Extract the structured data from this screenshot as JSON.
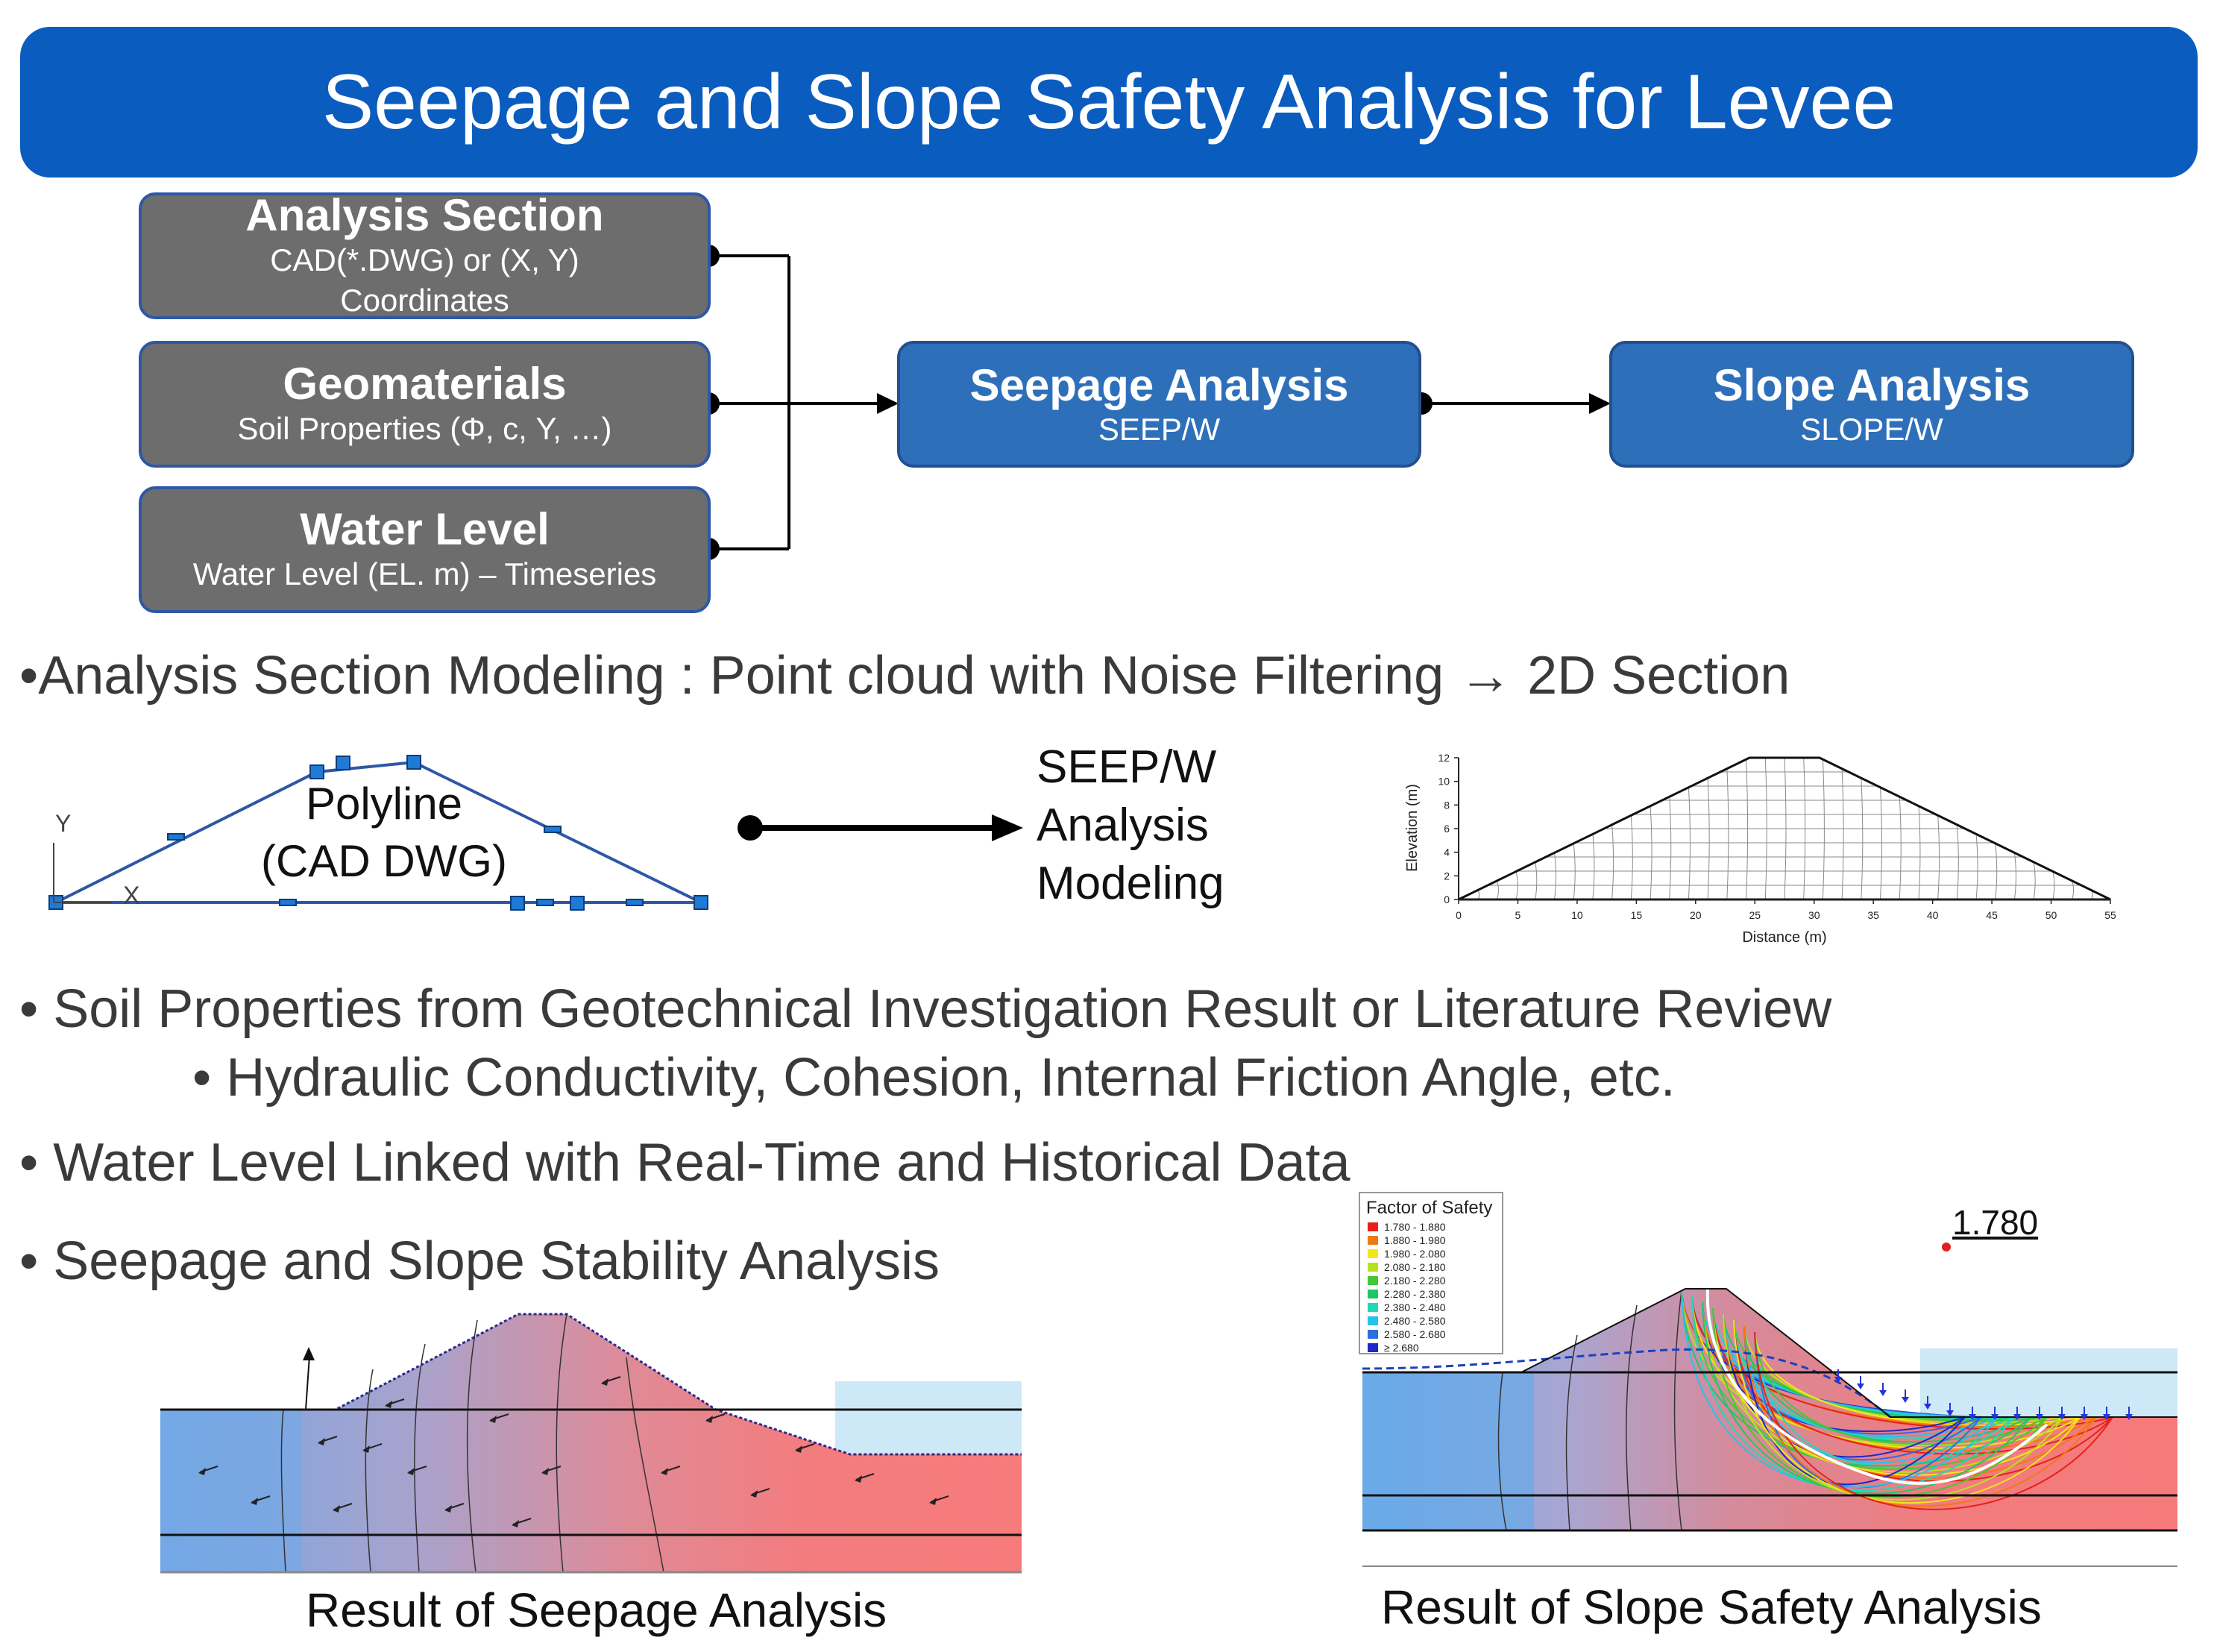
{
  "title": "Seepage and Slope Safety Analysis for Levee",
  "flow": {
    "analysis_section": {
      "title": "Analysis Section",
      "line1": "CAD(*.DWG) or (X, Y)",
      "line2": "Coordinates"
    },
    "geomaterials": {
      "title": "Geomaterials",
      "line1": "Soil Properties (Φ, c, Υ, …)"
    },
    "water_level": {
      "title": "Water Level",
      "line1": "Water Level (EL. m) – Timeseries"
    },
    "seepage": {
      "title": "Seepage Analysis",
      "sub": "SEEP/W"
    },
    "slope": {
      "title": "Slope Analysis",
      "sub": "SLOPE/W"
    }
  },
  "bullets": {
    "b1": "•Analysis Section Modeling : Point cloud with Noise Filtering → 2D Section",
    "b2": "• Soil Properties from Geotechnical Investigation Result or Literature Review",
    "b2_sub": "• Hydraulic Conductivity, Cohesion, Internal Friction Angle, etc.",
    "b3": "• Water Level Linked with Real-Time and Historical Data",
    "b4": "• Seepage and Slope Stability Analysis"
  },
  "polyline": {
    "label1": "Polyline",
    "label2": "(CAD DWG)",
    "axis_y": "Y",
    "axis_x": "X"
  },
  "seepw_text": {
    "line1": "SEEP/W",
    "line2": "Analysis",
    "line3": "Modeling"
  },
  "mesh_chart": {
    "ylabel": "Elevation (m)",
    "xlabel": "Distance (m)",
    "xticks": [
      "0",
      "5",
      "10",
      "15",
      "20",
      "25",
      "30",
      "35",
      "40",
      "45",
      "50",
      "55"
    ],
    "yticks": [
      "0",
      "2",
      "4",
      "6",
      "8",
      "10",
      "12"
    ]
  },
  "fos_legend": {
    "title": "Factor of Safety",
    "entries": [
      {
        "label": "1.780 - 1.880",
        "color": "#e8201c"
      },
      {
        "label": "1.880 - 1.980",
        "color": "#f07a12"
      },
      {
        "label": "1.980 - 2.080",
        "color": "#f2e61a"
      },
      {
        "label": "2.080 - 2.180",
        "color": "#b8e21e"
      },
      {
        "label": "2.180 - 2.280",
        "color": "#44c834"
      },
      {
        "label": "2.280 - 2.380",
        "color": "#22c46a"
      },
      {
        "label": "2.380 - 2.480",
        "color": "#25d6b8"
      },
      {
        "label": "2.480 - 2.580",
        "color": "#26c2ec"
      },
      {
        "label": "2.580 - 2.680",
        "color": "#2a6ee2"
      },
      {
        "label": "≥ 2.680",
        "color": "#1c28c8"
      }
    ],
    "min_fos": "1.780"
  },
  "captions": {
    "seepage": "Result of Seepage Analysis",
    "slope": "Result of Slope Safety Analysis"
  }
}
